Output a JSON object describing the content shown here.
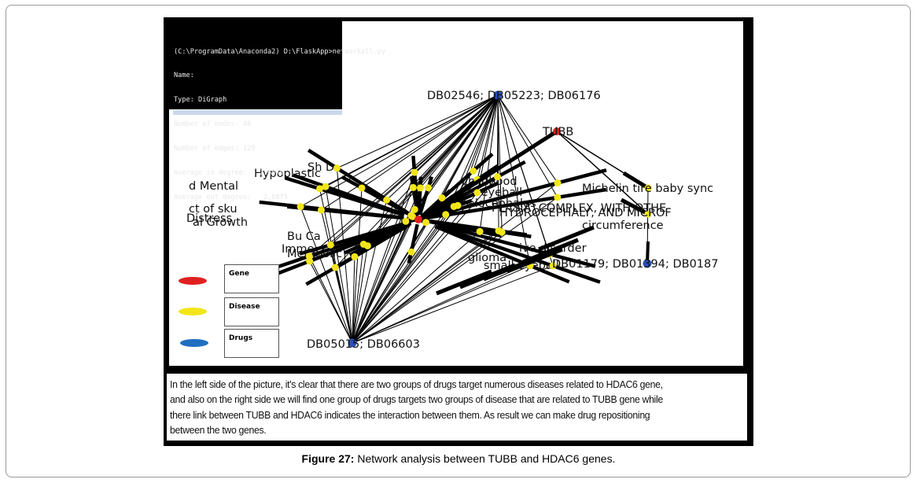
{
  "figure": {
    "number_label": "Figure 27:",
    "caption": " Network analysis between TUBB and HDAC6 genes."
  },
  "console": {
    "lines": [
      "(C:\\ProgramData\\Anaconda2) D:\\FlaskApp>networkall.py",
      "Name:",
      "Type: DiGraph",
      "Number of nodes: 48",
      "Number of edges: 129",
      "Average in degree:   2.6875",
      "Average out degree:   2.6875"
    ]
  },
  "graph": {
    "colors": {
      "gene": "#e02020",
      "disease": "#f2e61a",
      "drug": "#2a4fb8",
      "edge": "#000000"
    },
    "hubs": {
      "hdac6": {
        "type": "gene",
        "label": ""
      },
      "tubb": {
        "type": "gene",
        "label": "TUBB"
      },
      "drug_top": {
        "type": "drug",
        "label": "DB02546; DB05223; DB06176"
      },
      "drug_bottom": {
        "type": "drug",
        "label": "DB05015; DB06603"
      },
      "drug_right": {
        "type": "drug",
        "label": "DB01179; DB01394; DB0187"
      }
    },
    "right_diseases": [
      {
        "label": "Michelin tire baby sync"
      },
      {
        "label": "HYDROCEPHALY, AND MICROF"
      },
      {
        "label": "PLASIA, COMPLEX, WITH OTHE"
      }
    ],
    "overlapping_labels": [
      "Hypoplastic",
      "Sh D",
      "d Mental",
      "ct of sku",
      "Distress",
      "al Growth",
      "Bu Ca",
      "Imme",
      "childhood",
      "of eyeball",
      "alocephalus",
      "circumference",
      "ive disorder",
      "small eyeball",
      "glioma",
      "Metabolic"
    ]
  },
  "legend": {
    "items": [
      {
        "label": "Gene",
        "color": "#e02020"
      },
      {
        "label": "Disease",
        "color": "#f2e61a"
      },
      {
        "label": "Drugs",
        "color": "#1f6fc0"
      }
    ]
  },
  "caption_text": "In the left side of the picture, it's clear that there are two groups of drugs target numerous diseases related to HDAC6 gene, and also on the right side we will find one group of drugs targets two groups of disease that are related to TUBB gene while there link between TUBB and HDAC6 indicates the interaction between them. As result we can make drug repositioning between the two genes."
}
